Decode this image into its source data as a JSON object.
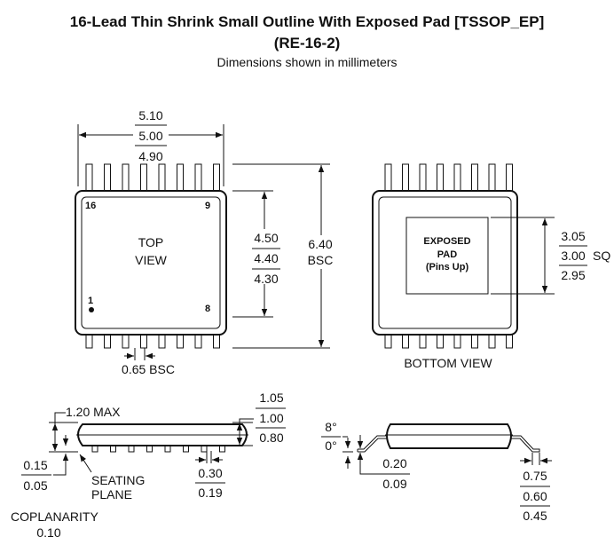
{
  "title": {
    "line1": "16-Lead Thin Shrink Small Outline With Exposed Pad [TSSOP_EP]",
    "line2": "(RE-16-2)",
    "subtitle": "Dimensions shown in millimeters"
  },
  "top_view": {
    "label1": "TOP",
    "label2": "VIEW",
    "pin16": "16",
    "pin9": "9",
    "pin1": "1",
    "pin8": "8",
    "width": {
      "max": "5.10",
      "nom": "5.00",
      "min": "4.90"
    },
    "body_height": {
      "max": "4.50",
      "nom": "4.40",
      "min": "4.30"
    },
    "total_height": {
      "value": "6.40",
      "note": "BSC"
    },
    "pitch": "0.65 BSC"
  },
  "bottom_view": {
    "label": "BOTTOM VIEW",
    "pad1": "EXPOSED",
    "pad2": "PAD",
    "pad3": "(Pins Up)",
    "pad_size": {
      "max": "3.05",
      "nom": "3.00",
      "min": "2.95",
      "note": "SQ"
    }
  },
  "side_view": {
    "max_height": "1.20 MAX",
    "standoff": {
      "max": "0.15",
      "min": "0.05"
    },
    "seating1": "SEATING",
    "seating2": "PLANE",
    "body_thickness": {
      "max": "1.05",
      "nom": "1.00",
      "min": "0.80"
    },
    "lead_width": {
      "max": "0.30",
      "min": "0.19"
    },
    "coplanarity1": "COPLANARITY",
    "coplanarity2": "0.10"
  },
  "end_view": {
    "angle": {
      "max": "8°",
      "min": "0°"
    },
    "lead_thickness": {
      "max": "0.20",
      "min": "0.09"
    },
    "foot_length": {
      "max": "0.75",
      "nom": "0.60",
      "min": "0.45"
    }
  }
}
